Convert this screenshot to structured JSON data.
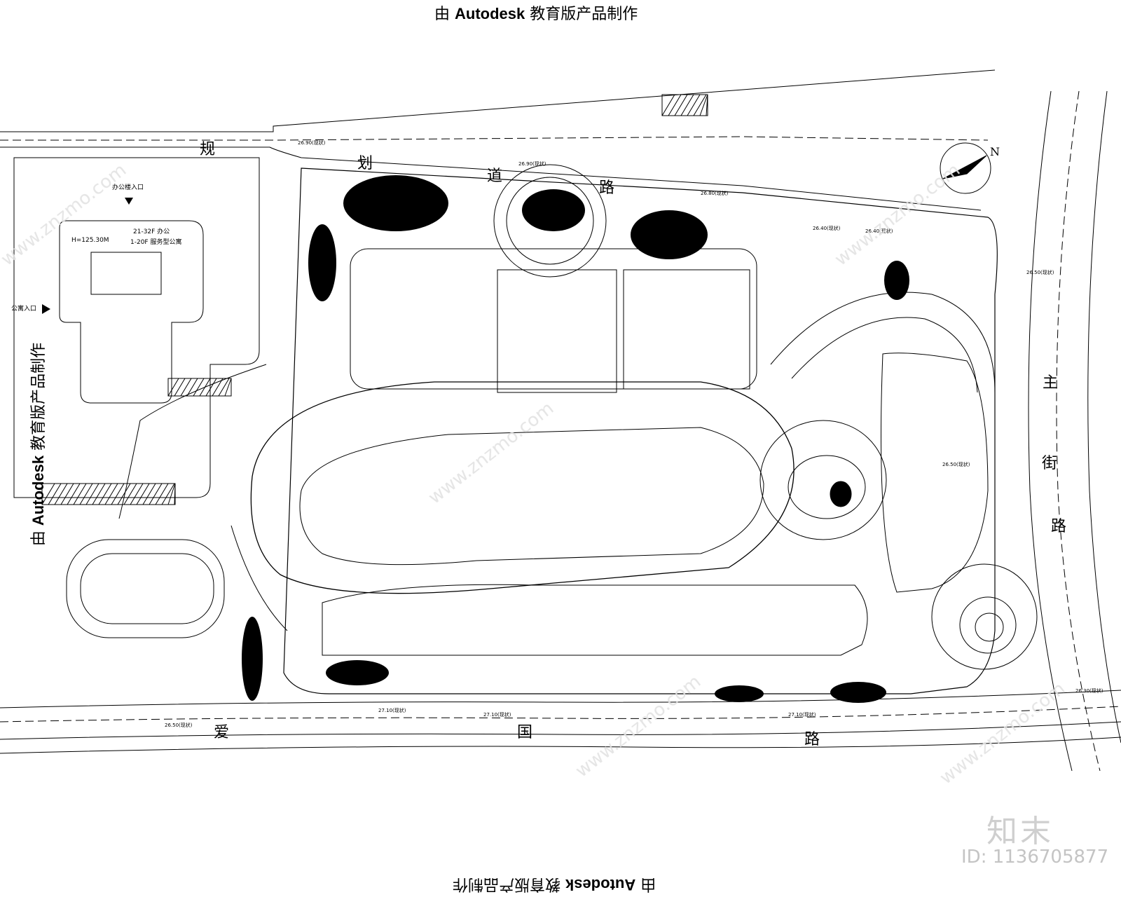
{
  "stamps": {
    "prefix": "由",
    "brand": "Autodesk",
    "suffix": "教育版产品制作"
  },
  "roads": {
    "north": [
      "规",
      "划",
      "道",
      "路"
    ],
    "south": [
      "爱",
      "国",
      "路"
    ],
    "east": [
      "主",
      "街",
      "路"
    ]
  },
  "labels": {
    "office_entrance": "办公楼入口",
    "apartment_entrance": "公寓入口",
    "tower_height": "H=125.30M",
    "tower_floors_office": "21-32F 办公",
    "tower_floors_apartment": "1-20F 服务型公寓"
  },
  "elevations": [
    "26.90(现状)",
    "26.90(现状)",
    "26.80(现状)",
    "26.40(现状)",
    "26.40(现状)",
    "26.50(现状)",
    "27.10(现状)",
    "27.10(现状)",
    "27.10(现状)",
    "26.30(现状)",
    "26.50(现状)",
    "26.50(现状)"
  ],
  "compass": {
    "label": "N"
  },
  "watermark": {
    "site": "www.znzmo.com",
    "brand": "知末",
    "id": "ID: 1136705877"
  }
}
